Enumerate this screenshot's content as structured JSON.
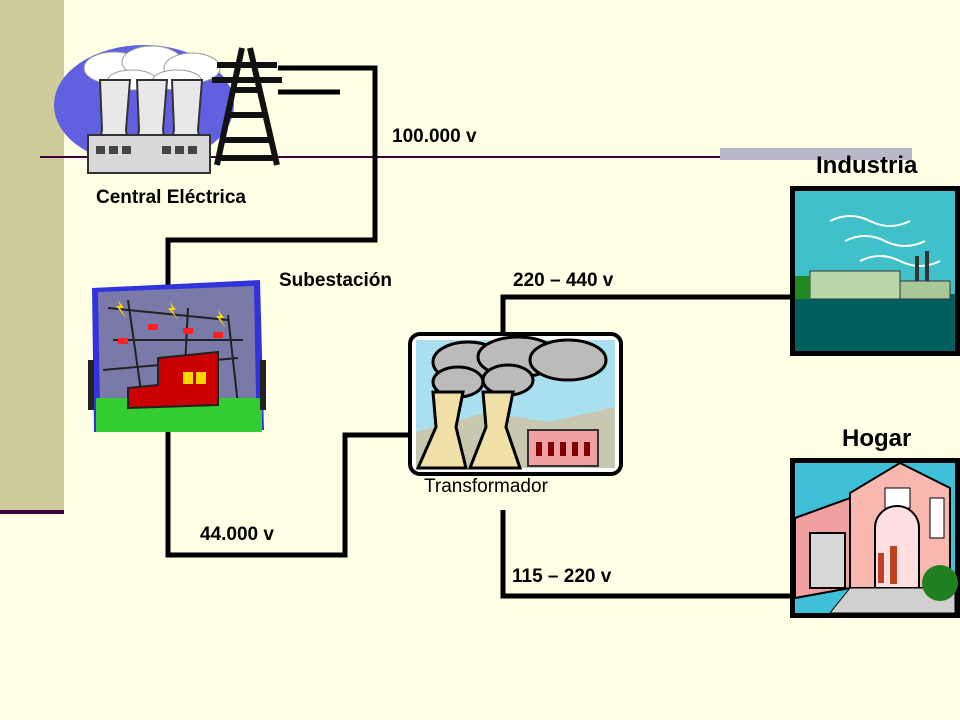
{
  "labels": {
    "central": "Central Eléctrica",
    "subestacion": "Subestación",
    "transformador": "Transformador",
    "industria": "Industria",
    "hogar": "Hogar"
  },
  "voltages": {
    "v100k": "100.000 v",
    "v44k": "44.000 v",
    "v220_440": "220 – 440 v",
    "v115_220": "115 – 220 v"
  },
  "colors": {
    "background": "#FFFFE5",
    "wire": "#000000",
    "band": "#CCCB99",
    "rule": "#400040"
  },
  "icons": [
    "power-plant-clipart",
    "substation-clipart",
    "transformer-clipart",
    "industry-clipart",
    "home-clipart"
  ]
}
